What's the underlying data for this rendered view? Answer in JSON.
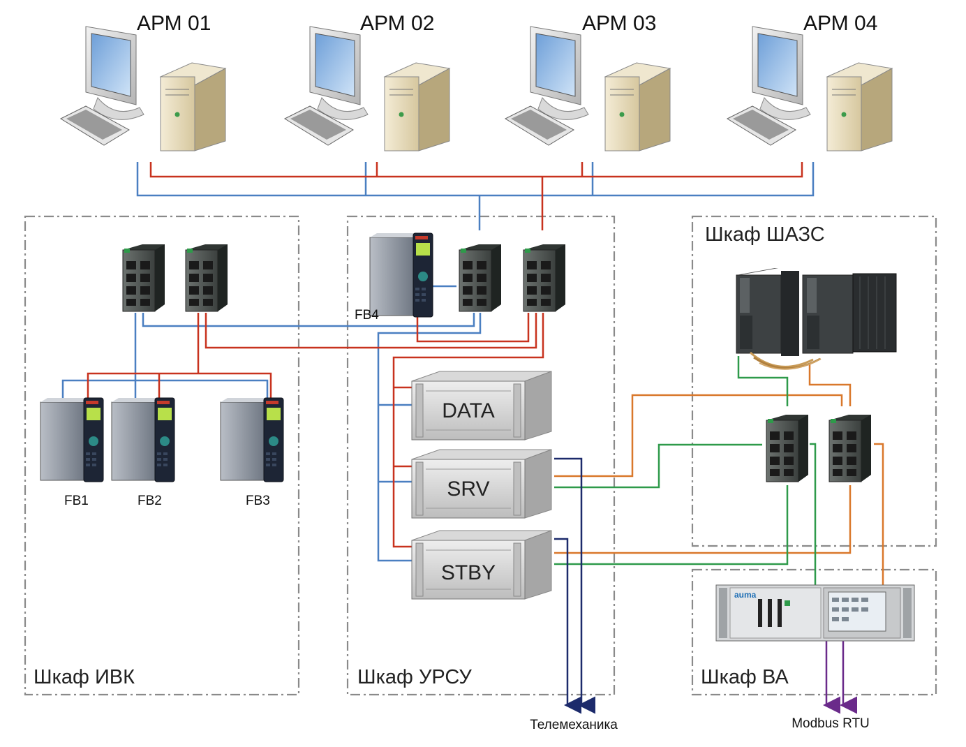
{
  "workstations": [
    "АРМ 01",
    "АРМ 02",
    "АРМ 03",
    "АРМ 04"
  ],
  "cabinets": {
    "ivk": "Шкаф ИВК",
    "ursu": "Шкаф УРСУ",
    "shazs": "Шкаф ШАЗС",
    "va": "Шкаф ВА"
  },
  "flow_computers": [
    "FB1",
    "FB2",
    "FB3",
    "FB4"
  ],
  "servers": [
    "DATA",
    "SRV",
    "STBY"
  ],
  "outputs": {
    "telemetry": "Телемеханика",
    "modbus": "Modbus RTU"
  },
  "device_brand": "auma",
  "colors": {
    "network_a": "#4a7fc1",
    "network_b": "#c8321e",
    "orange": "#d9782b",
    "green": "#2e9a4a",
    "navy": "#1c2a6b",
    "purple": "#6a2a8a",
    "cabinet_border": "#8a8a8a"
  }
}
